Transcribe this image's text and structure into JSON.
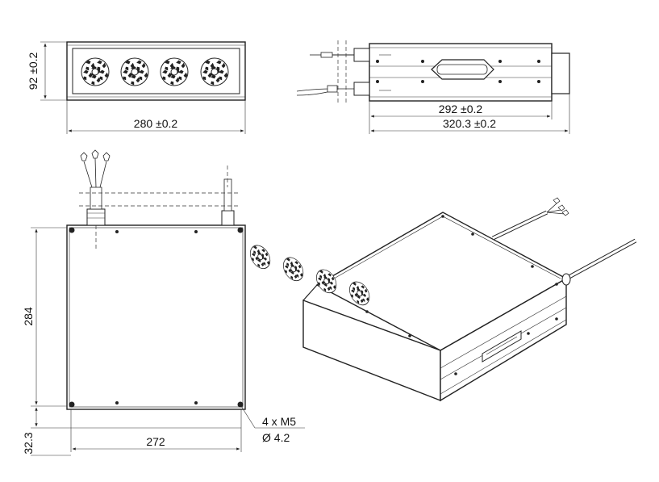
{
  "front_view": {
    "width_label": "280 ±0.2",
    "height_label": "92 ±0.2"
  },
  "side_view": {
    "inner_length_label": "292 ±0.2",
    "overall_length_label": "320.3 ±0.2"
  },
  "top_view": {
    "height_label": "284",
    "width_label": "272",
    "offset_label": "32.3",
    "hole_count_label": "4 x M5",
    "hole_diameter_label": "Ø 4.2"
  },
  "iso_view": {}
}
